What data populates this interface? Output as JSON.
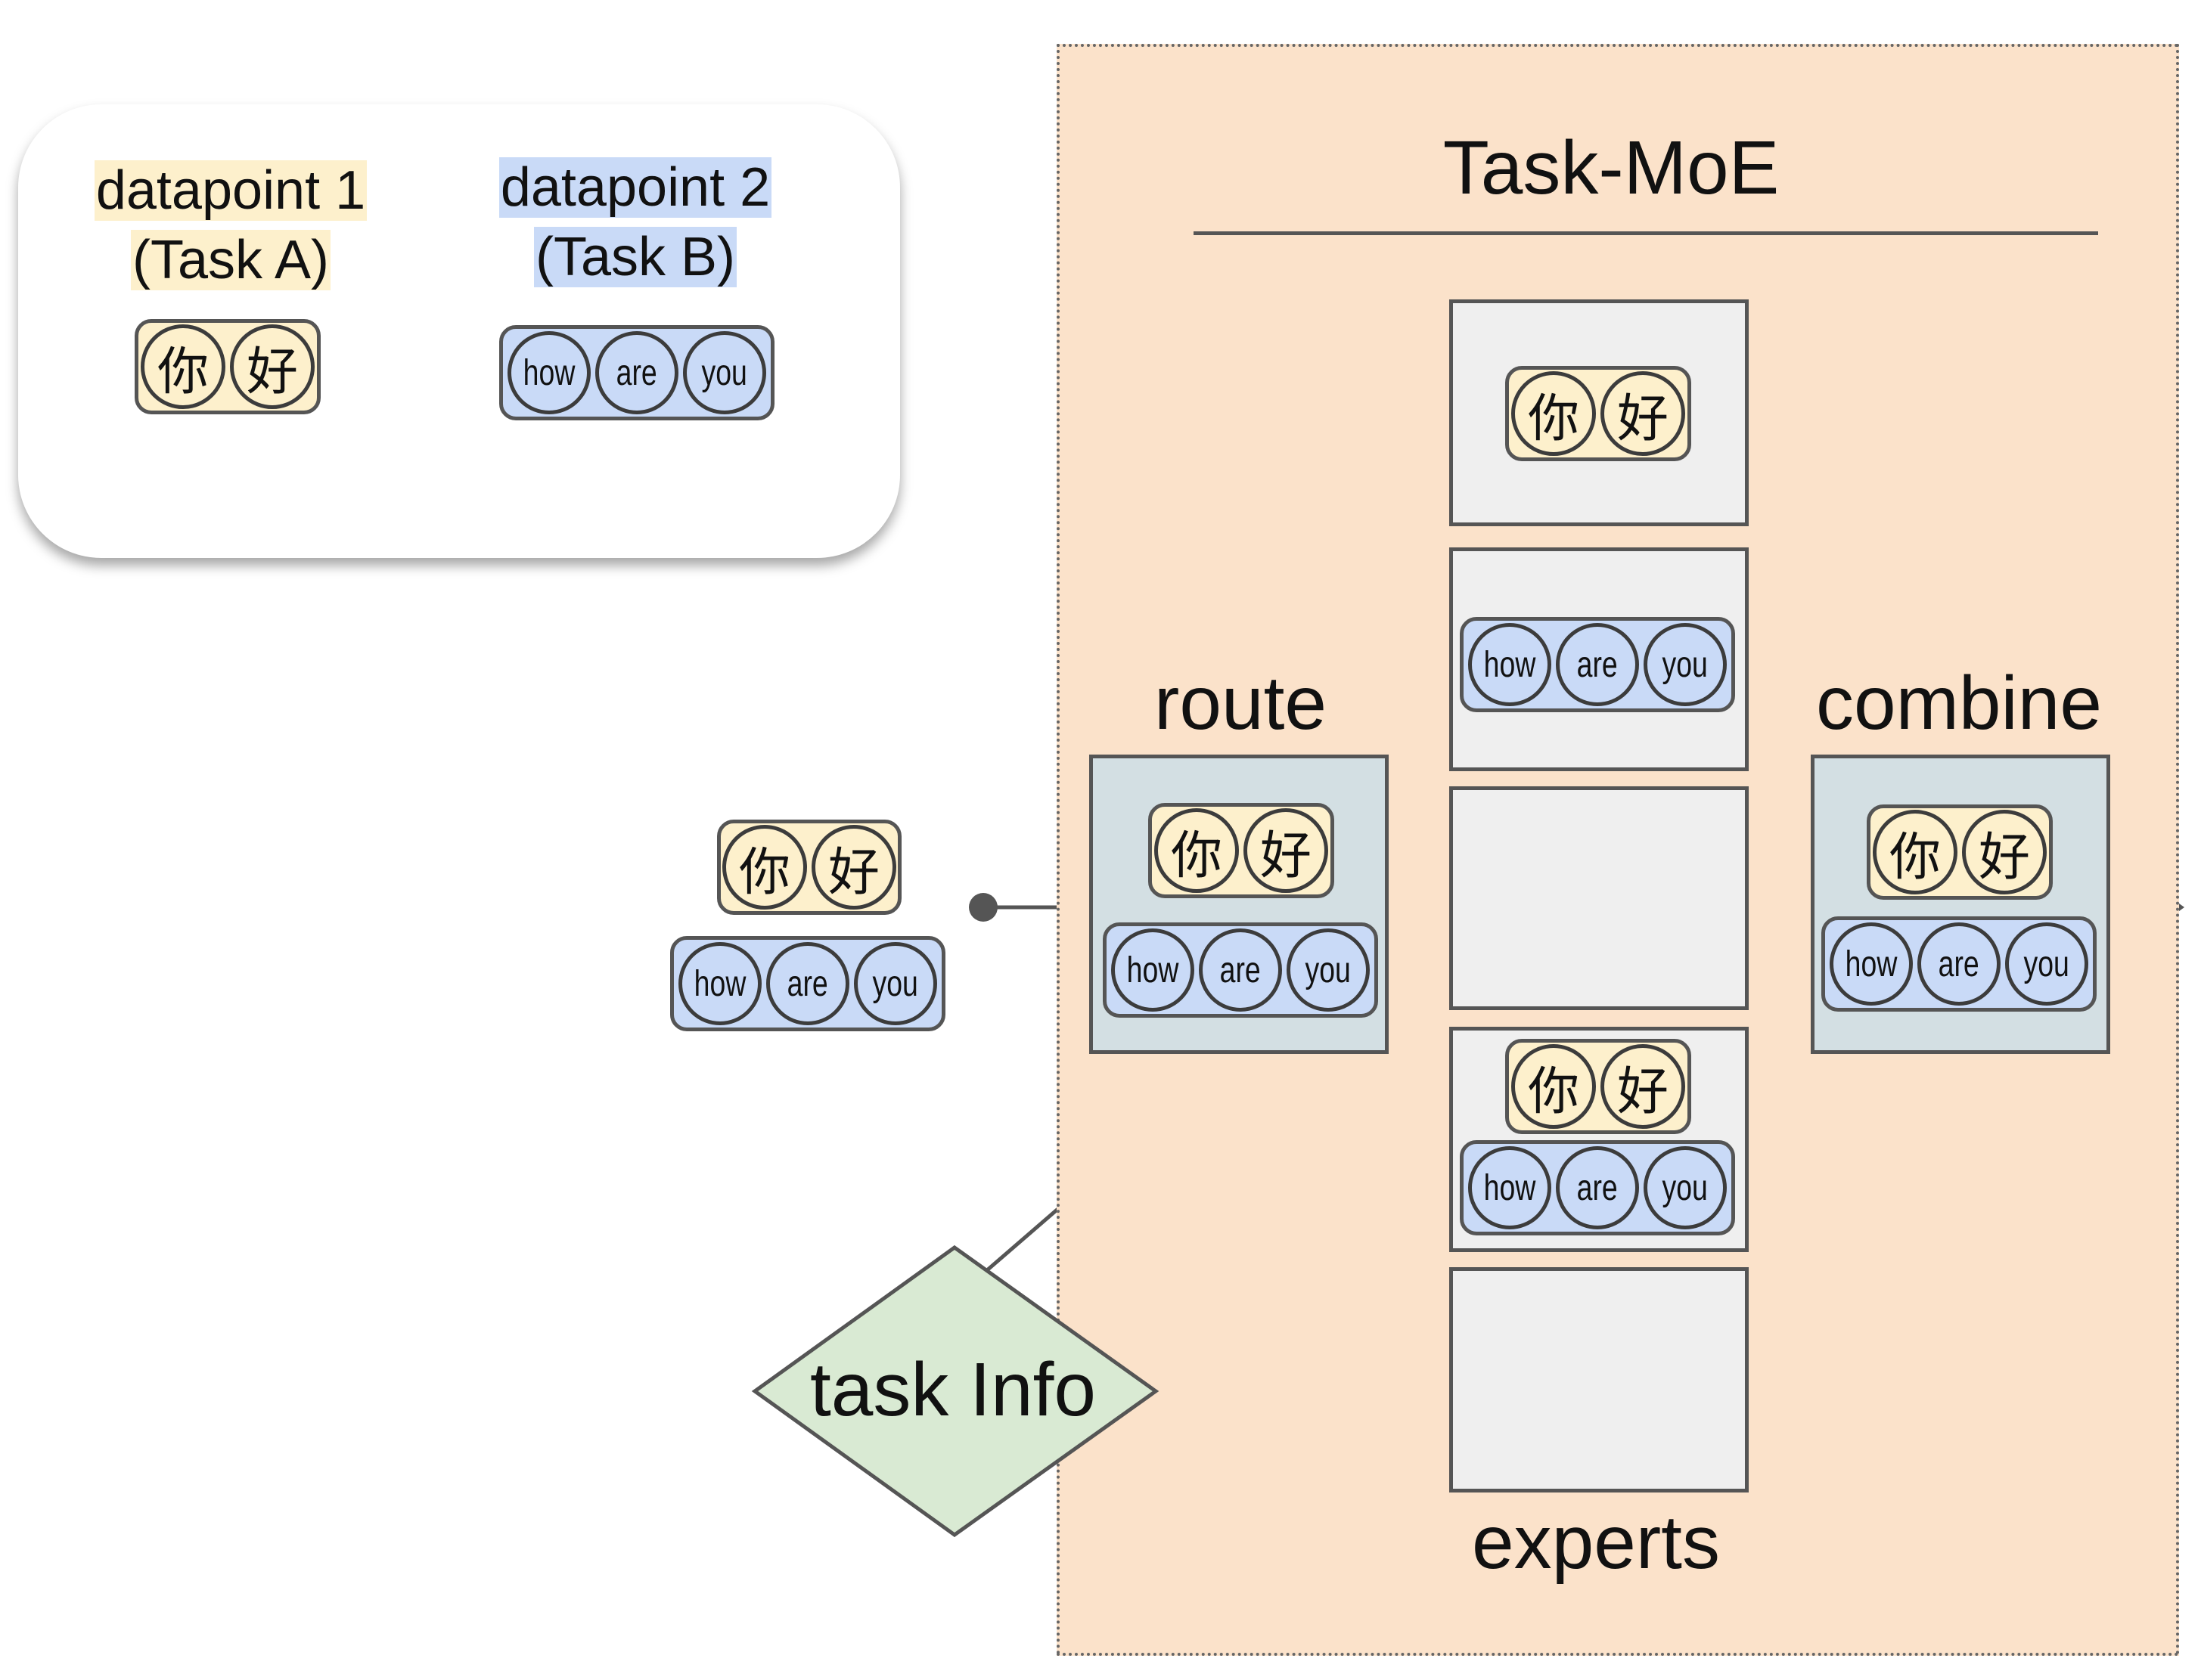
{
  "legend": {
    "datapoint1": {
      "line1": "datapoint 1",
      "line2": "(Task A)"
    },
    "datapoint2": {
      "line1": "datapoint 2",
      "line2": "(Task B)"
    }
  },
  "tokens": {
    "task_a": [
      "你",
      "好"
    ],
    "task_b": [
      "how",
      "are",
      "you"
    ]
  },
  "diagram": {
    "title": "Task-MoE",
    "route_label": "route",
    "combine_label": "combine",
    "experts_label": "experts",
    "task_info_label": "task Info"
  },
  "colors": {
    "task_a": "#fdf0cc",
    "task_b": "#c9daf7",
    "moe_background": "#fbe2ca",
    "router": "#d3dfe3",
    "expert": "#efefef",
    "task_info": "#d9ead3"
  }
}
